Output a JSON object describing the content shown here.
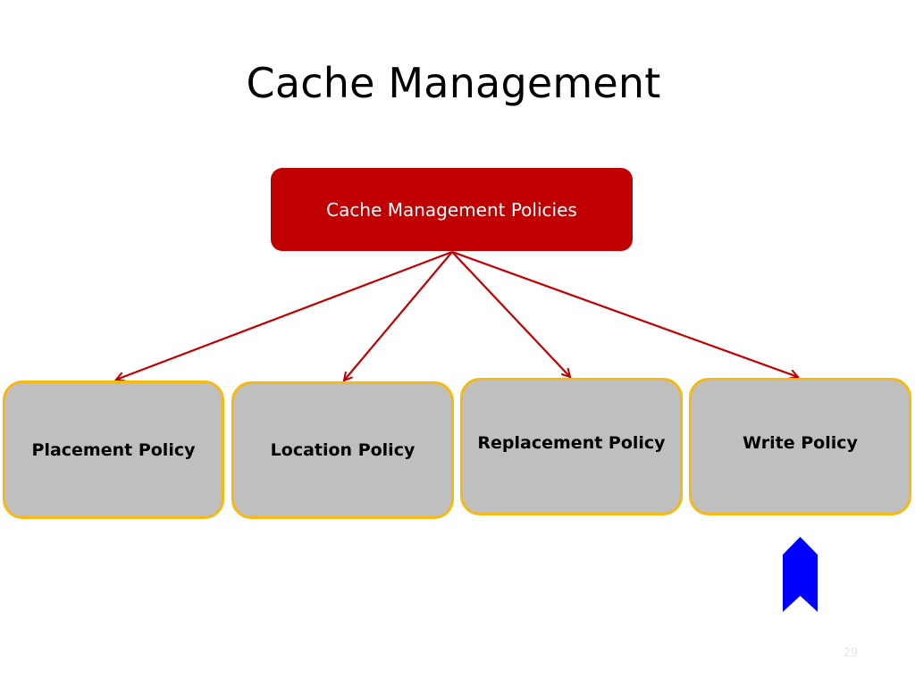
{
  "slide": {
    "title": "Cache Management",
    "page_number": "29"
  },
  "diagram": {
    "root": {
      "label": "Cache Management Policies",
      "fill_color": "#c00000"
    },
    "children": [
      {
        "label": "Placement Policy"
      },
      {
        "label": "Location Policy"
      },
      {
        "label": "Replacement Policy"
      },
      {
        "label": "Write Policy"
      }
    ],
    "child_fill_color": "#bfbfbf",
    "child_border_color": "#f6b912",
    "connector_color": "#c00000",
    "marker": {
      "icon": "chevron-up-icon",
      "color": "#0000ff"
    }
  }
}
